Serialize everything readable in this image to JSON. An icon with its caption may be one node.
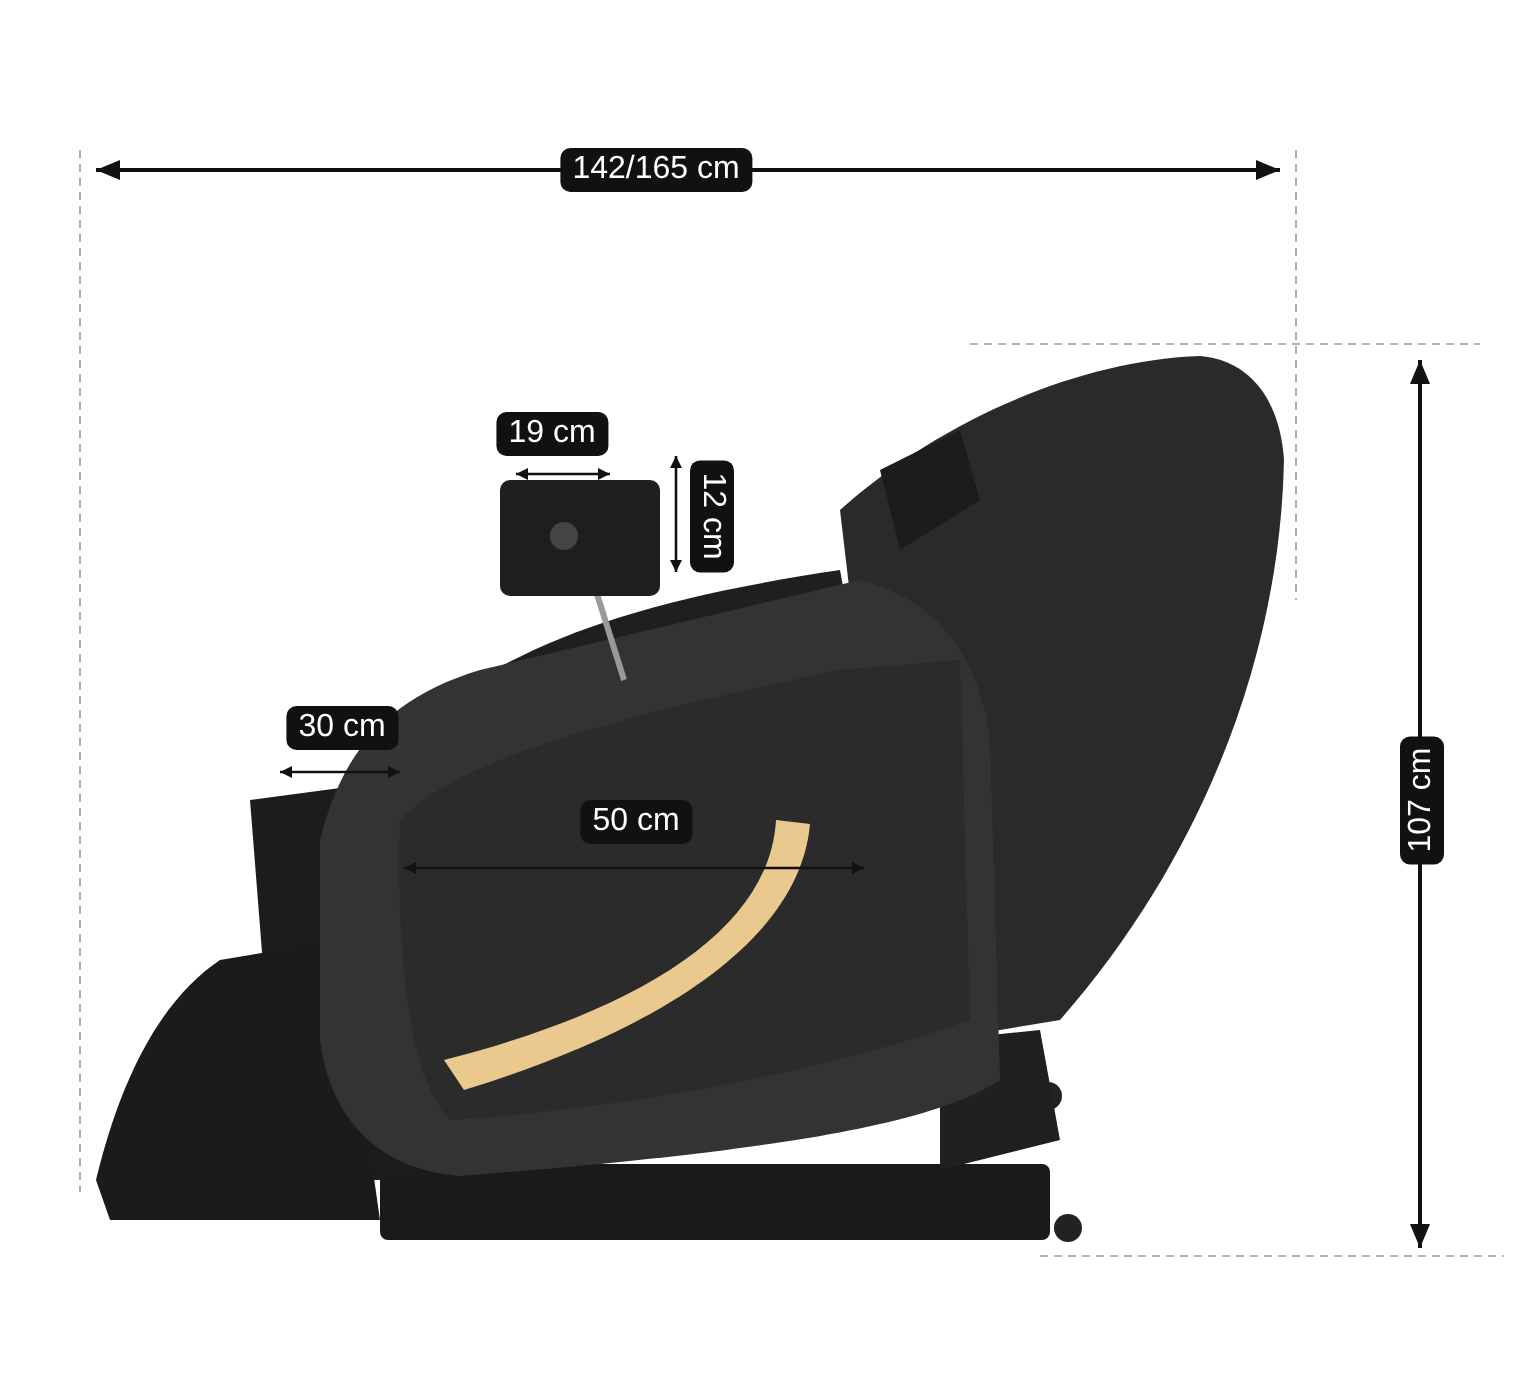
{
  "diagram": {
    "labels": [
      "142/165 cm",
      "19 cm",
      "12 cm",
      "30 cm",
      "50 cm",
      "107 cm"
    ]
  }
}
